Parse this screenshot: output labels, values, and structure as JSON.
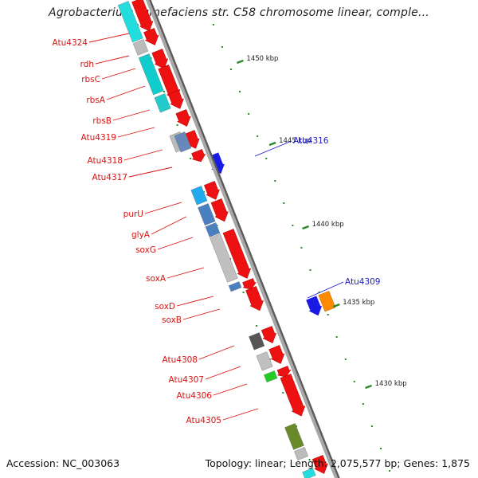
{
  "title": "Agrobacterium tumefaciens str. C58 chromosome linear, comple...",
  "footer": {
    "accession": "Accession: NC_003063",
    "topology": "Topology: linear; Length: 2,075,577 bp; Genes: 1,875"
  },
  "ticks": [
    {
      "label": "1450 kbp"
    },
    {
      "label": "1445 kbp"
    },
    {
      "label": "1440 kbp"
    },
    {
      "label": "1435 kbp"
    },
    {
      "label": "1430 kbp"
    }
  ],
  "left_labels": [
    {
      "text": "Atu4324"
    },
    {
      "text": "rdh"
    },
    {
      "text": "rbsC"
    },
    {
      "text": "rbsA"
    },
    {
      "text": "rbsB"
    },
    {
      "text": "Atu4319"
    },
    {
      "text": "Atu4318"
    },
    {
      "text": "Atu4317"
    },
    {
      "text": "purU"
    },
    {
      "text": "glyA"
    },
    {
      "text": "soxG"
    },
    {
      "text": "soxA"
    },
    {
      "text": "soxD"
    },
    {
      "text": "soxB"
    },
    {
      "text": "Atu4308"
    },
    {
      "text": "Atu4307"
    },
    {
      "text": "Atu4306"
    },
    {
      "text": "Atu4305"
    }
  ],
  "right_labels": [
    {
      "text": "Atu4316"
    },
    {
      "text": "Atu4309"
    }
  ],
  "colors": {
    "forward_gene": "#ee1111",
    "reverse_gene": "#1a1ae6",
    "left_label": "#dd1111",
    "right_label": "#1a1ad0",
    "axis": "#808080",
    "tick": "#2a8a2a"
  }
}
